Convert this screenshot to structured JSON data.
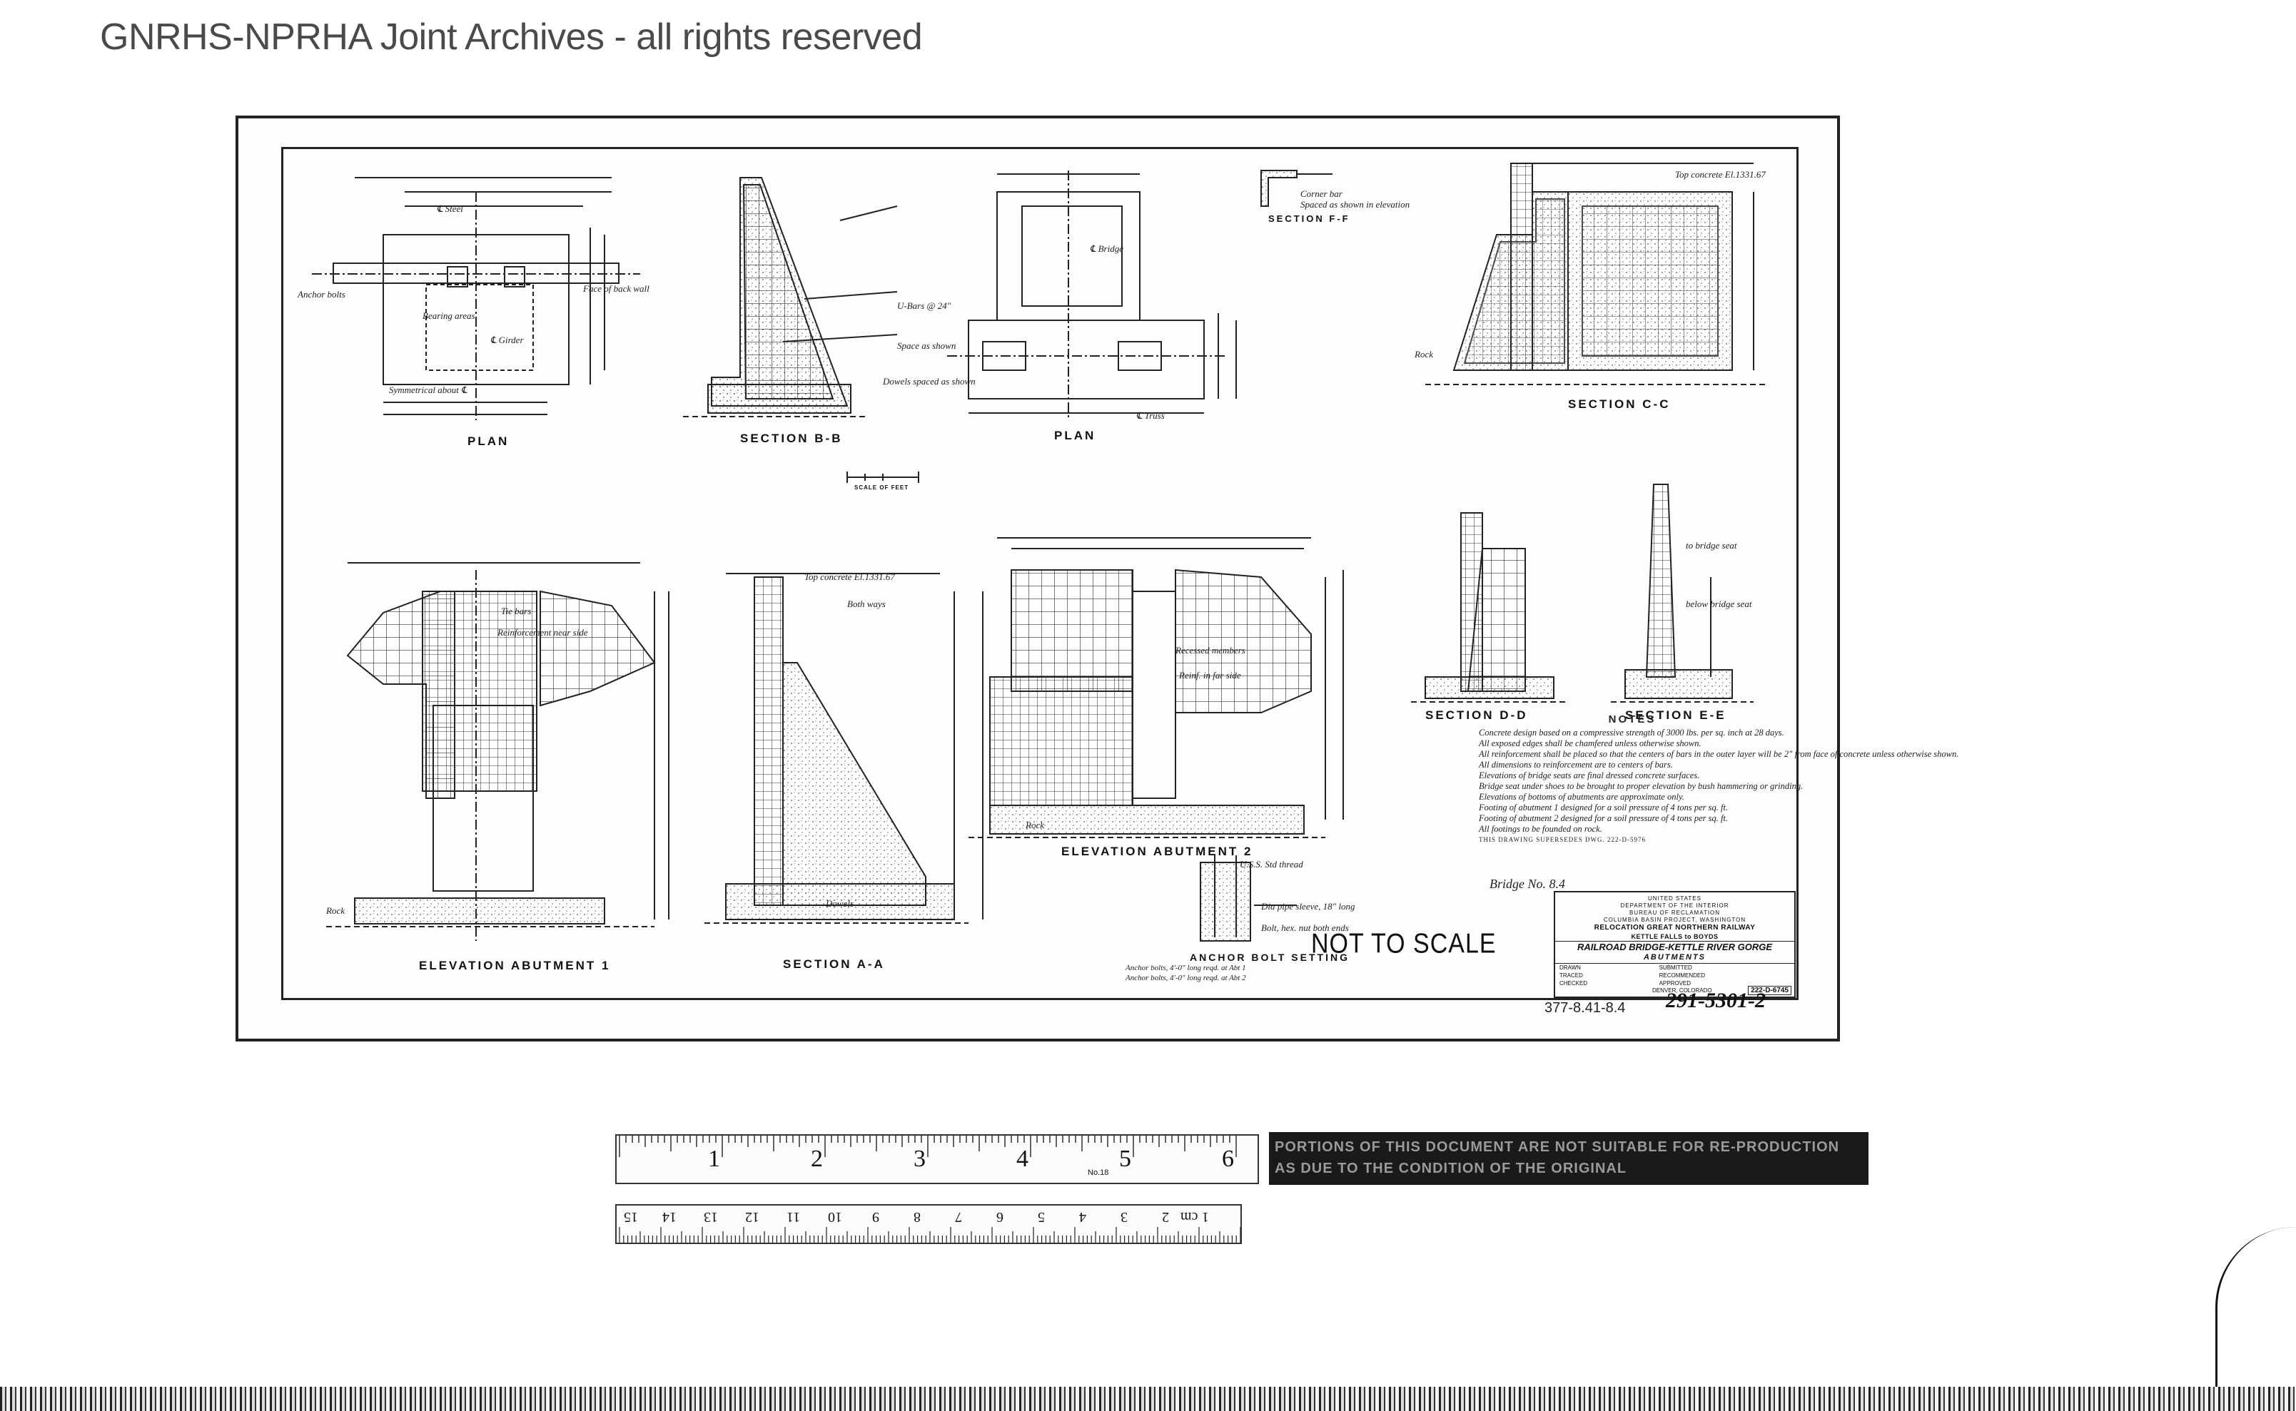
{
  "watermark": "GNRHS-NPRHA Joint Archives - all rights reserved",
  "views": {
    "plan_left": "PLAN",
    "section_b_b": "SECTION B-B",
    "plan_right": "PLAN",
    "section_f_f": "SECTION F-F",
    "section_c_c": "SECTION C-C",
    "section_d_d": "SECTION D-D",
    "section_e_e": "SECTION E-E",
    "elevation_abutment_1": "ELEVATION ABUTMENT 1",
    "section_a_a": "SECTION A-A",
    "elevation_abutment_2": "ELEVATION ABUTMENT 2",
    "anchor_bolt_setting": "ANCHOR BOLT SETTING",
    "scale_of_feet": "SCALE OF FEET"
  },
  "callouts": {
    "steel": "℄ Steel",
    "anchor_bolts": "Anchor bolts",
    "bearing_areas": "Bearing areas",
    "girder": "℄ Girder",
    "face_of_back_wall": "Face of back wall",
    "symmetrical_about": "Symmetrical about ℄",
    "u_bars": "U-Bars @ 24\"",
    "space_as_shown": "Space as shown",
    "dowels_spaced": "Dowels spaced as shown",
    "bridge": "℄ Bridge",
    "truss": "℄ Truss",
    "top_concrete": "Top concrete El.1331.67",
    "tie_bars": "Tie bars",
    "both_ways": "Both ways",
    "reinforcement_near_side": "Reinforcement near side",
    "recessed_members": "Recessed members",
    "rock": "Rock",
    "reinf_in_far_side": "Reinf. in far side",
    "dowels": "Dowels",
    "below_bridge_seat": "below bridge seat",
    "to_bridge_seat": "to bridge seat",
    "corner_bar": "Corner bar",
    "spaced_as_shown_elev": "Spaced as shown in elevation",
    "uss_std_thread": "U.S.S. Std thread",
    "dia_pipe_sleeve": "Dia pipe sleeve, 18\" long",
    "bolt_hex_nut": "Bolt, hex. nut both ends",
    "anchor_bolts_abt1": "Anchor bolts, 4'-0\" long reqd. at Abt 1",
    "anchor_bolts_abt2": "Anchor bolts, 4'-0\" long reqd. at Abt 2"
  },
  "not_to_scale": "NOT TO SCALE",
  "notes": {
    "title": "NOTES",
    "lines": [
      "Concrete design based on a compressive strength of 3000 lbs. per sq. inch at 28 days.",
      "All exposed edges shall be chamfered unless otherwise shown.",
      "All reinforcement shall be placed so that the centers of bars in the outer layer will be 2\" from face of concrete unless otherwise shown.",
      "All dimensions to reinforcement are to centers of bars.",
      "Elevations of bridge seats are final dressed concrete surfaces.",
      "Bridge seat under shoes to be brought to proper elevation by bush hammering or grinding.",
      "Elevations of bottoms of abutments are approximate only.",
      "Footing of abutment 1 designed for a soil pressure of 4 tons per sq. ft.",
      "Footing of abutment 2 designed for a soil pressure of 4 tons per sq. ft.",
      "All footings to be founded on rock.",
      "THIS DRAWING SUPERSEDES DWG. 222-D-5976"
    ]
  },
  "bridge_note": "Bridge No. 8.4",
  "title_block": {
    "agency_1": "UNITED STATES",
    "agency_2": "DEPARTMENT OF THE INTERIOR",
    "agency_3": "BUREAU OF RECLAMATION",
    "project": "COLUMBIA BASIN PROJECT, WASHINGTON",
    "line_1": "RELOCATION GREAT NORTHERN RAILWAY",
    "line_2": "KETTLE FALLS to BOYDS",
    "line_3": "RAILROAD BRIDGE-KETTLE RIVER GORGE",
    "line_4": "ABUTMENTS",
    "drawn": "DRAWN",
    "traced": "TRACED",
    "checked": "CHECKED",
    "submitted": "SUBMITTED",
    "recommended": "RECOMMENDED",
    "approved": "APPROVED",
    "location": "DENVER, COLORADO",
    "dwg_number": "222-D-6745"
  },
  "sheet_number": "291-5301-2",
  "file_number": "377-8.41-8.4",
  "ruler_top_numbers": [
    "1",
    "2",
    "3",
    "4",
    "5",
    "6"
  ],
  "ruler_top_label": "No.18",
  "ruler_bottom_numbers": [
    "1",
    "2",
    "3",
    "4",
    "5",
    "6",
    "7",
    "8",
    "9",
    "10",
    "11",
    "12",
    "13",
    "14",
    "15"
  ],
  "ruler_bottom_unit": "cm",
  "warning_strip": "PORTIONS OF THIS DOCUMENT ARE NOT SUITABLE FOR RE-PRODUCTION AS DUE TO THE CONDITION OF THE ORIGINAL"
}
